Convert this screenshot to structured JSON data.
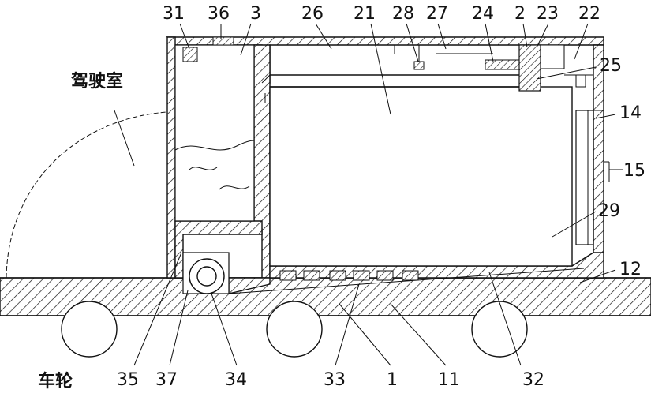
{
  "labels": {
    "l31": "31",
    "l36": "36",
    "l3": "3",
    "l26": "26",
    "l21": "21",
    "l28": "28",
    "l27": "27",
    "l24": "24",
    "l2": "2",
    "l23": "23",
    "l22": "22",
    "l25": "25",
    "l14": "14",
    "l15": "15",
    "l29": "29",
    "l12": "12",
    "l32": "32",
    "l11": "11",
    "l1": "1",
    "l33": "33",
    "l34": "34",
    "l37": "37",
    "l35": "35"
  },
  "cn": {
    "cab": "驾驶室",
    "wheel": "车轮"
  }
}
